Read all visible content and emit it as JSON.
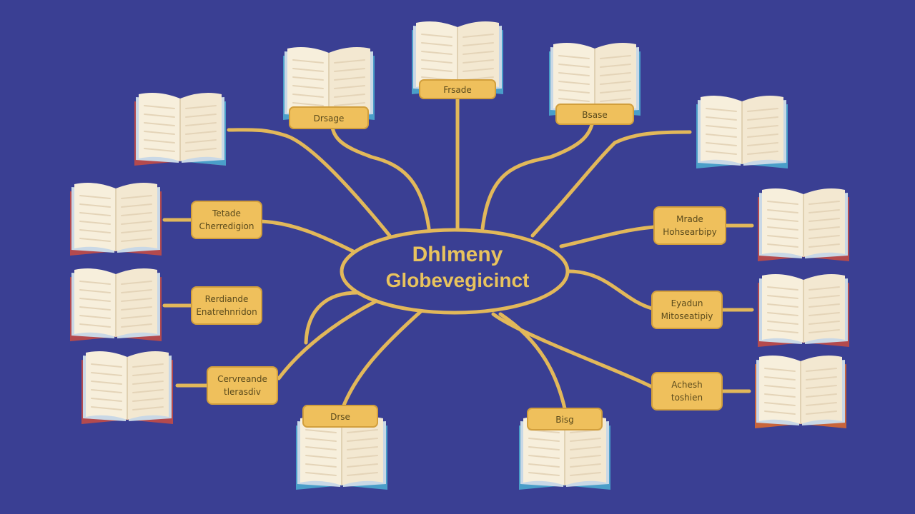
{
  "colors": {
    "background": "#3a3f93",
    "connector": "#e2b85a",
    "label_fill": "#efc05c",
    "label_stroke": "#d29f3c",
    "label_text": "#5a4a1c",
    "page": "#f7efdc",
    "page_line": "#e4d4b8",
    "book_blue": "#4a9ec9",
    "book_red": "#b44a4e",
    "center_text": "#e8c35e"
  },
  "center": {
    "line1": "Dhlmeny",
    "line2": "Globevegicinct"
  },
  "labels": {
    "top_left": "Drsage",
    "top_center": "Frsade",
    "top_right": "Bsase",
    "left_upper": {
      "line1": "Tetade",
      "line2": "Cherredigion"
    },
    "left_middle": {
      "line1": "Rerdiande",
      "line2": "Enatrehnridon"
    },
    "left_lower": {
      "line1": "Cervreande",
      "line2": "tlerasdiv"
    },
    "right_upper": {
      "line1": "Mrade",
      "line2": "Hohsearbipy"
    },
    "right_middle": {
      "line1": "Eyadun",
      "line2": "Mitoseatipiy"
    },
    "right_lower": {
      "line1": "Achesh",
      "line2": "toshien"
    },
    "bottom_left": "Drse",
    "bottom_right": "Bisg"
  },
  "icons": {
    "book": "open-book-icon"
  }
}
